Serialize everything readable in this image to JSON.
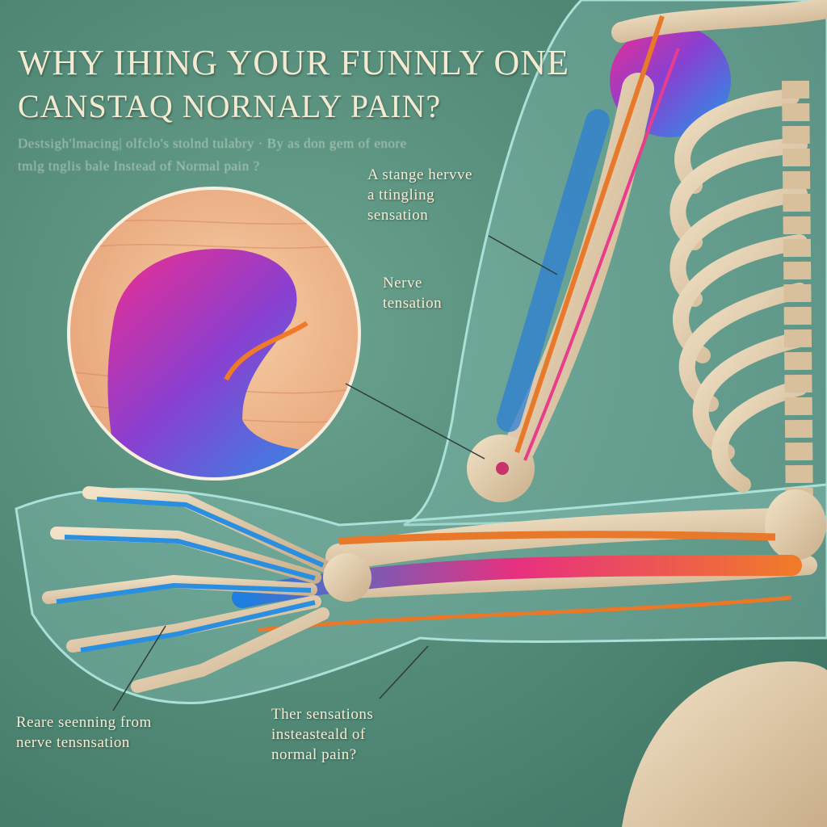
{
  "title": {
    "line1": "WHY IHING YOUR FUNNLY ONE",
    "line2": "CANSTAQ NORNALY PAIN?"
  },
  "subtitle": {
    "line1": "Destsigh'lmacing| olfclo's stolnd tulabry · By as don gem of enore",
    "line2": "tmlg tnglis bale Instead of Normal pain ?"
  },
  "callouts": {
    "tingle": [
      "A stange hervve",
      "a ttingling",
      "sensation"
    ],
    "nerve": [
      "Nerve",
      "tensation"
    ],
    "rare": [
      "Reare seenning from",
      "nerve tensnsation"
    ],
    "sensations": [
      "Ther sensations",
      "insteasteald of",
      "normal pain?"
    ]
  },
  "colors": {
    "background": "#5f9684",
    "bone": "#e2cfb0",
    "skin_outline": "#9fd6cf",
    "nerve_blue": "#2a8fe0",
    "nerve_pink": "#e83c8c",
    "nerve_orange": "#e8782a",
    "text": "#f6ecd4"
  }
}
